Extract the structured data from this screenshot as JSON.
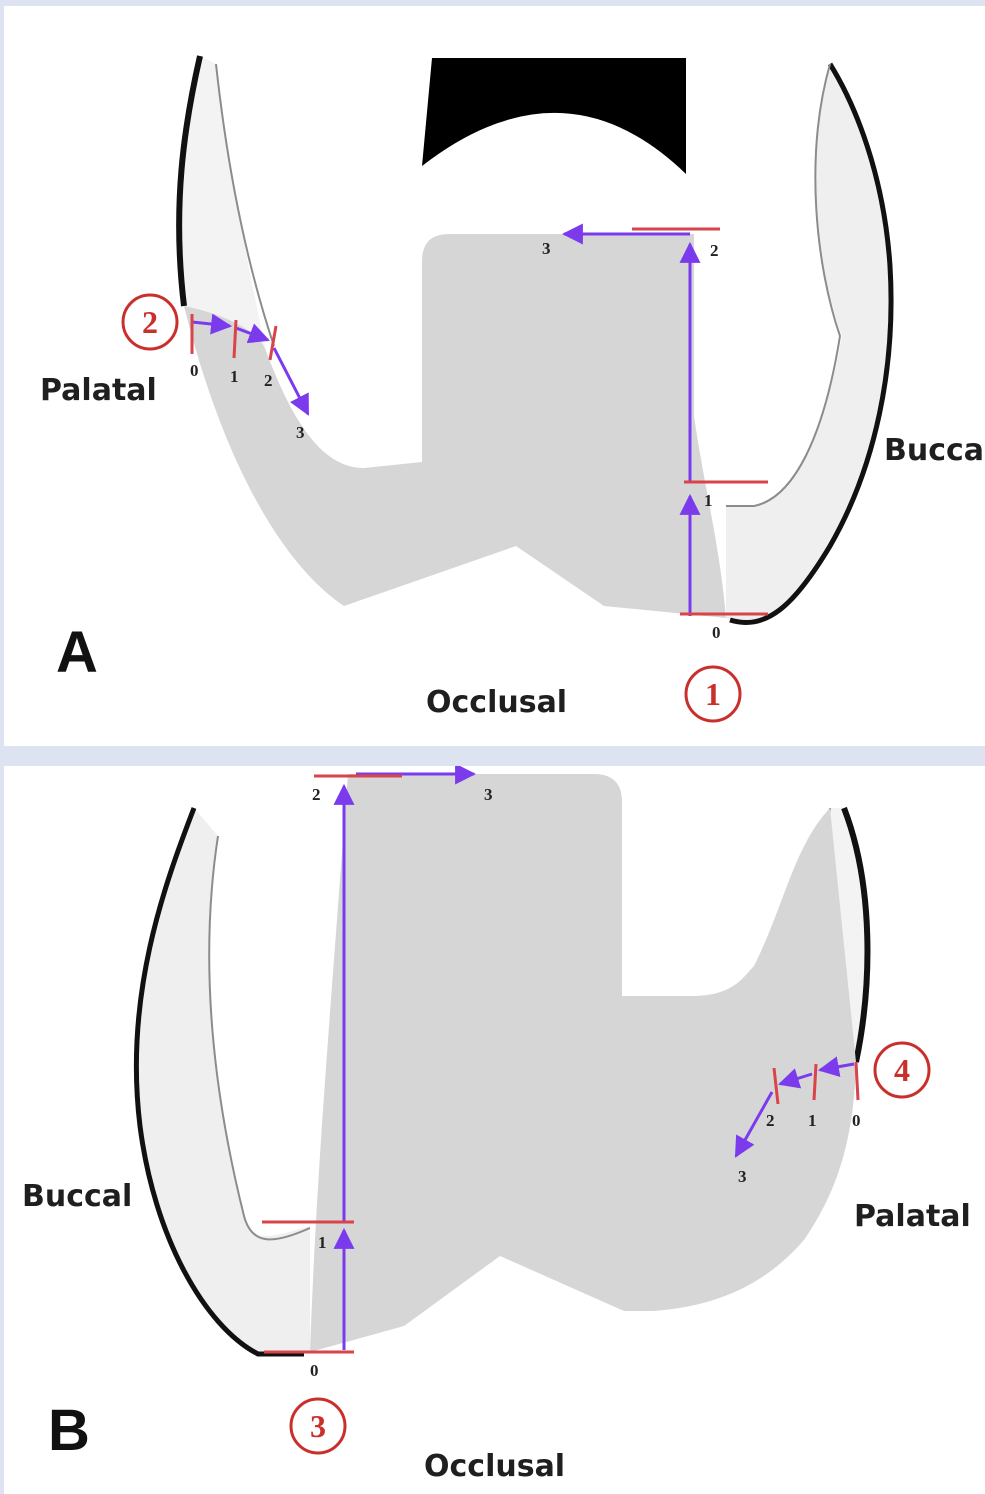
{
  "panel_a": {
    "letter": "A",
    "left_label": "Palatal",
    "right_label": "Buccal",
    "bottom_label": "Occlusal",
    "path1": {
      "marker": "1",
      "ticks": [
        "0",
        "1",
        "2",
        "3"
      ]
    },
    "path2": {
      "marker": "2",
      "ticks": [
        "0",
        "1",
        "2",
        "3"
      ]
    }
  },
  "panel_b": {
    "letter": "B",
    "left_label": "Buccal",
    "right_label": "Palatal",
    "bottom_label": "Occlusal",
    "path3": {
      "marker": "3",
      "ticks": [
        "0",
        "1",
        "2",
        "3"
      ]
    },
    "path4": {
      "marker": "4",
      "ticks": [
        "0",
        "1",
        "2",
        "3"
      ]
    }
  },
  "colors": {
    "arrow": "#7c3aed",
    "tick_line": "#d9434a",
    "marker": "#c9302c",
    "crown": "#d6d6d6",
    "wall": "#f0f0f0",
    "black_mass": "#000000"
  }
}
